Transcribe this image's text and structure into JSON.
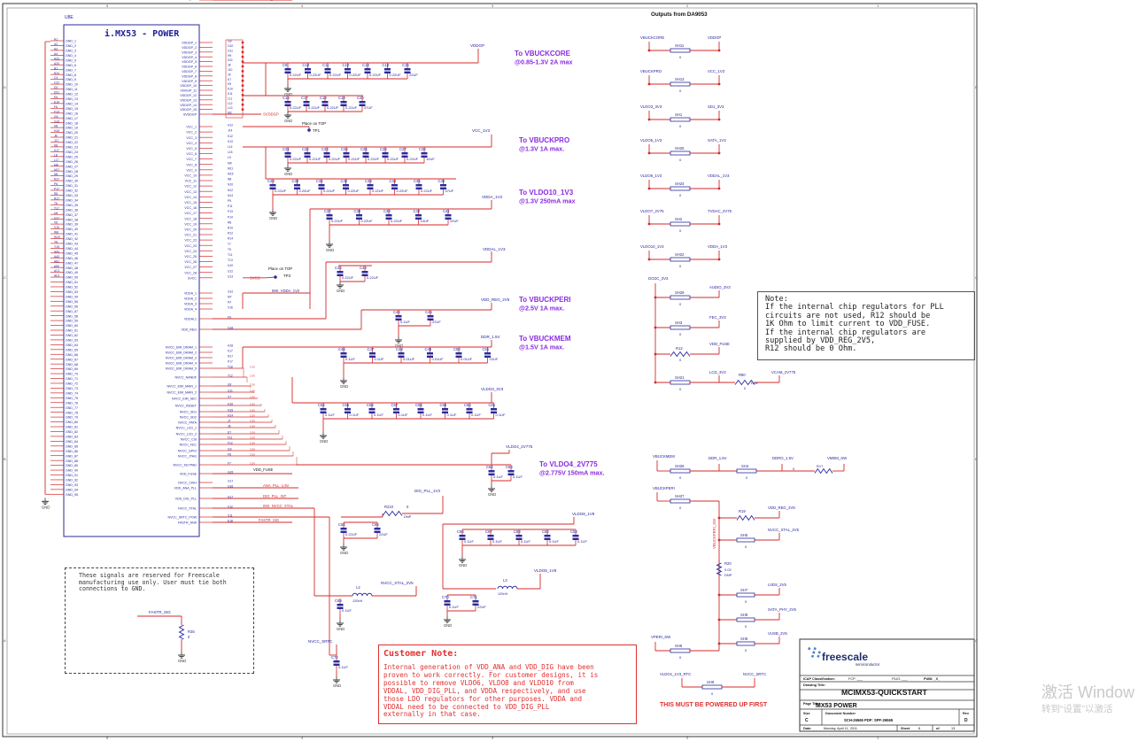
{
  "chip": {
    "refdes": "U8E",
    "title": "i.MX53 - POWER",
    "gnd_left_pins": [
      "A1",
      "A2",
      "A3",
      "A4",
      "A23",
      "A24",
      "B1",
      "B24",
      "C3",
      "C22",
      "D4",
      "D21",
      "E6",
      "E19",
      "F6",
      "F19",
      "G6",
      "G19",
      "H6",
      "H19",
      "J8",
      "J17",
      "K8",
      "K17",
      "L8",
      "L17",
      "M8",
      "M17",
      "N8",
      "N17",
      "P8",
      "P17",
      "R8",
      "R17",
      "T8",
      "T17",
      "U8",
      "U17",
      "V6",
      "V19",
      "W6",
      "W19",
      "Y6",
      "Y19",
      "AA1",
      "AA2",
      "AB1",
      "AB2",
      "AC1",
      "AD1"
    ],
    "gnd_names": [
      "GND_1",
      "GND_2",
      "GND_3",
      "GND_4",
      "GND_5",
      "GND_6",
      "GND_7",
      "GND_8",
      "GND_9",
      "GND_10",
      "GND_11",
      "GND_12",
      "GND_13",
      "GND_14",
      "GND_15",
      "GND_16",
      "GND_17",
      "GND_18",
      "GND_19",
      "GND_20",
      "GND_21",
      "GND_22",
      "GND_23",
      "GND_24",
      "GND_25",
      "GND_26",
      "GND_27",
      "GND_28",
      "GND_29",
      "GND_30",
      "GND_31",
      "GND_32",
      "GND_33",
      "GND_34",
      "GND_35",
      "GND_36",
      "GND_37",
      "GND_38",
      "GND_39",
      "GND_40",
      "GND_41",
      "GND_42",
      "GND_43",
      "GND_44",
      "GND_45",
      "GND_46",
      "GND_47",
      "GND_48",
      "GND_49",
      "GND_50",
      "GND_51",
      "GND_52",
      "GND_53",
      "GND_54",
      "GND_55",
      "GND_56",
      "GND_57",
      "GND_58",
      "GND_59",
      "GND_60",
      "GND_61",
      "GND_62",
      "GND_63",
      "GND_64",
      "GND_65",
      "GND_66",
      "GND_67",
      "GND_68",
      "GND_69",
      "GND_70",
      "GND_71",
      "GND_72",
      "GND_73",
      "GND_74",
      "GND_75",
      "GND_76",
      "GND_77",
      "GND_78",
      "GND_79",
      "GND_80",
      "GND_81",
      "GND_82",
      "GND_83",
      "GND_84",
      "GND_85",
      "GND_86",
      "GND_87",
      "GND_88",
      "GND_89",
      "GND_90",
      "GND_91",
      "GND_92",
      "GND_93",
      "GND_94",
      "GND_95"
    ],
    "right_pins": [
      {
        "pin": "G8",
        "name": "VDDGP_1"
      },
      {
        "pin": "G10",
        "name": "VDDGP_2"
      },
      {
        "pin": "G11",
        "name": "VDDGP_3"
      },
      {
        "pin": "H9",
        "name": "VDDGP_4"
      },
      {
        "pin": "H11",
        "name": "VDDGP_5"
      },
      {
        "pin": "J8",
        "name": "VDDGP_6"
      },
      {
        "pin": "J10",
        "name": "VDDGP_7"
      },
      {
        "pin": "J9",
        "name": "VDDGP_8"
      },
      {
        "pin": "K7",
        "name": "VDDGP_9"
      },
      {
        "pin": "K9",
        "name": "VDDGP_10"
      },
      {
        "pin": "K10",
        "name": "VDDGP_11"
      },
      {
        "pin": "K11",
        "name": "VDDGP_12"
      },
      {
        "pin": "L11",
        "name": "VDDGP_13"
      },
      {
        "pin": "L12",
        "name": "VDDGP_14"
      },
      {
        "pin": "L13",
        "name": "VDDGP_15"
      },
      {
        "pin": "M2",
        "name": "SVDDGP"
      },
      {
        "pin": "H12",
        "name": "VCC_1"
      },
      {
        "pin": "J14",
        "name": "VCC_2"
      },
      {
        "pin": "K12",
        "name": "VCC_3"
      },
      {
        "pin": "K13",
        "name": "VCC_4"
      },
      {
        "pin": "L14",
        "name": "VCC_5"
      },
      {
        "pin": "L15",
        "name": "VCC_6"
      },
      {
        "pin": "L9",
        "name": "VCC_7"
      },
      {
        "pin": "M9",
        "name": "VCC_8"
      },
      {
        "pin": "M11",
        "name": "VCC_9"
      },
      {
        "pin": "M15",
        "name": "VCC_10"
      },
      {
        "pin": "N8",
        "name": "VCC_11"
      },
      {
        "pin": "N10",
        "name": "VCC_12"
      },
      {
        "pin": "N12",
        "name": "VCC_13"
      },
      {
        "pin": "N14",
        "name": "VCC_14"
      },
      {
        "pin": "P9",
        "name": "VCC_15"
      },
      {
        "pin": "P11",
        "name": "VCC_16"
      },
      {
        "pin": "P13",
        "name": "VCC_17"
      },
      {
        "pin": "P14",
        "name": "VCC_18"
      },
      {
        "pin": "R8",
        "name": "VCC_19"
      },
      {
        "pin": "R10",
        "name": "VCC_20"
      },
      {
        "pin": "R12",
        "name": "VCC_21"
      },
      {
        "pin": "R14",
        "name": "VCC_22"
      },
      {
        "pin": "T7",
        "name": "VCC_23"
      },
      {
        "pin": "T9",
        "name": "VCC_24"
      },
      {
        "pin": "T11",
        "name": "VCC_25"
      },
      {
        "pin": "T13",
        "name": "VCC_26"
      },
      {
        "pin": "U10",
        "name": "VCC_27"
      },
      {
        "pin": "U12",
        "name": "VCC_28"
      },
      {
        "pin": "U13",
        "name": "SVCC"
      },
      {
        "pin": "G12",
        "name": "VDDA_1"
      },
      {
        "pin": "M7",
        "name": "VDDA_2"
      },
      {
        "pin": "N7",
        "name": "VDDA_3"
      },
      {
        "pin": "V16",
        "name": "VDDA_4"
      },
      {
        "pin": "F9",
        "name": "VDDAL1"
      },
      {
        "pin": "G18",
        "name": "VDD_REG"
      },
      {
        "pin": "H18",
        "name": "NVCC_EMI_DRAM_1"
      },
      {
        "pin": "K17",
        "name": "NVCC_EMI_DRAM_2"
      },
      {
        "pin": "N17",
        "name": "NVCC_EMI_DRAM_3"
      },
      {
        "pin": "P17",
        "name": "NVCC_EMI_DRAM_4"
      },
      {
        "pin": "T18",
        "name": "NVCC_EMI_DRAM_5"
      },
      {
        "pin": "T12",
        "name": "NVCC_NANDF"
      },
      {
        "pin": "U9",
        "name": "NVCC_EIM_MAIN_1"
      },
      {
        "pin": "U11",
        "name": "NVCC_EIM_MAIN_2"
      },
      {
        "pin": "V7",
        "name": "NVCC_EIM_SEC"
      },
      {
        "pin": "H16",
        "name": "NVCC_RESET"
      },
      {
        "pin": "H15",
        "name": "NVCC_SD1"
      },
      {
        "pin": "H14",
        "name": "NVCC_SD2"
      },
      {
        "pin": "J7",
        "name": "NVCC_PATA"
      },
      {
        "pin": "J6",
        "name": "NVCC_LCD_1"
      },
      {
        "pin": "E7",
        "name": "NVCC_LCD_2"
      },
      {
        "pin": "F11",
        "name": "NVCC_CSI"
      },
      {
        "pin": "F12",
        "name": "NVCC_FEC"
      },
      {
        "pin": "G9",
        "name": "NVCC_GPIO"
      },
      {
        "pin": "F8",
        "name": "NVCC_JTAG"
      },
      {
        "pin": "F7",
        "name": "NVCC_KEYPAD"
      },
      {
        "pin": "G15",
        "name": "VDD_FUSE"
      },
      {
        "pin": "G17",
        "name": "NVCC_CKIH"
      },
      {
        "pin": "G16",
        "name": "VDD_ANA_PLL"
      },
      {
        "pin": "H17",
        "name": "VDD_DIG_PLL"
      },
      {
        "pin": "V12",
        "name": "NVCC_XTAL"
      },
      {
        "pin": "V11",
        "name": "NVCC_SRTC_POW"
      },
      {
        "pin": "E18",
        "name": "FASTR_ANA"
      },
      {
        "pin": "E17",
        "name": "FASTR_DIG"
      }
    ]
  },
  "section_header": "Outputs from DA9053",
  "rail_labels": [
    {
      "id": "vbuckcore",
      "text": "To VBUCKCORE",
      "sub": "@0.85-1.3V 2A max"
    },
    {
      "id": "vbuckpro",
      "text": "To VBUCKPRO",
      "sub": "@1.3V 1A max."
    },
    {
      "id": "vldo10",
      "text": "To VLDO10_1V3",
      "sub": "@1.3V 250mA max"
    },
    {
      "id": "vbuckperi",
      "text": "To VBUCKPERI",
      "sub": "@2.5V 1A max."
    },
    {
      "id": "vbuckmem",
      "text": "To VBUCKMEM",
      "sub": "@1.5V 1A max."
    },
    {
      "id": "vldo4",
      "text": "To VLDO4_2V775",
      "sub": "@2.775V 150mA max."
    }
  ],
  "nets": {
    "vddgp": "VDDGP",
    "svddgp": "SVDDGP",
    "vcc_1v3": "VCC_1V3",
    "vdda_1v3": "VDDA_1V3",
    "vdd_reg_2v5": "VDD_REG_2V5",
    "vddal_1v3": "VDDAL_1V3",
    "ddr_1v5": "DDR_1.5V",
    "vldo3_3v3": "VLDO3_3V3",
    "vldo4_2v775": "VLDO4_2V775",
    "vldo8_1v8": "VLDO8_1V8",
    "dig_pll_1v3": "DIG_PLL_1V3",
    "nvcc_xtal_2v5": "NVCC_XTAL_2V5",
    "nvcc_srtc": "NVCC_SRTC",
    "fastr_sig": "FASTR_SIG",
    "fastr_sig_pin": "FASTR_SIG",
    "fastr_sig_pin2": "FASTR_SIG",
    "imx_vdda_1v2": "IMX_VDDA_1V2",
    "ana_pll": "ANA_PLL_1.8V",
    "dig_pll": "DIG_PLL_INT",
    "imx_nvcc_xtal": "IMX_NVCC_XTAL",
    "vdd_fuse": "VDD_FUSE",
    "svcc": "SVCC",
    "gnd": "GND"
  },
  "test_points": [
    {
      "id": "tp1",
      "note": "Place on TOP",
      "ref": "TP1"
    },
    {
      "id": "tp3",
      "note": "Place on TOP",
      "ref": "TP3"
    }
  ],
  "cap_rows": {
    "vddgp_a": [
      {
        "ref": "C9",
        "val": "0.22UF"
      },
      {
        "ref": "C10",
        "val": "0.22UF"
      },
      {
        "ref": "C11",
        "val": "0.22UF"
      },
      {
        "ref": "C12",
        "val": "0.22UF"
      },
      {
        "ref": "C13",
        "val": "0.22UF"
      },
      {
        "ref": "C14",
        "val": "0.22UF"
      },
      {
        "ref": "C15",
        "val": "22UF"
      }
    ],
    "vddgp_b": [
      {
        "ref": "C16",
        "val": "0.22UF"
      },
      {
        "ref": "C17",
        "val": "0.22UF"
      },
      {
        "ref": "C18",
        "val": "0.22UF"
      },
      {
        "ref": "C19",
        "val": "0.22UF"
      },
      {
        "ref": "C20",
        "val": "47UF"
      }
    ],
    "vcc_a": [
      {
        "ref": "C21",
        "val": "0.22UF"
      },
      {
        "ref": "C22",
        "val": "0.22UF"
      },
      {
        "ref": "C23",
        "val": "0.22UF"
      },
      {
        "ref": "C24",
        "val": "0.22UF"
      },
      {
        "ref": "C25",
        "val": "0.22UF"
      },
      {
        "ref": "C26",
        "val": "0.22UF"
      },
      {
        "ref": "C27",
        "val": "0.22UF"
      },
      {
        "ref": "C28",
        "val": "10UF"
      }
    ],
    "vcc_b": [
      {
        "ref": "C29",
        "val": "0.22UF"
      },
      {
        "ref": "C30",
        "val": "0.22UF"
      },
      {
        "ref": "C31",
        "val": "0.22UF"
      },
      {
        "ref": "C32",
        "val": "0.22UF"
      },
      {
        "ref": "C33",
        "val": "0.22UF"
      },
      {
        "ref": "C34",
        "val": "0.22UF"
      },
      {
        "ref": "C35",
        "val": "0.22UF"
      },
      {
        "ref": "C36",
        "val": "47UF"
      }
    ],
    "vdda": [
      {
        "ref": "C37",
        "val": "0.22UF"
      },
      {
        "ref": "C38",
        "val": "0.22UF"
      },
      {
        "ref": "C39",
        "val": "0.22UF"
      },
      {
        "ref": "C40",
        "val": "10UF"
      },
      {
        "ref": "C41",
        "val": "22UF"
      }
    ],
    "vddal": [
      {
        "ref": "C42",
        "val": "0.22UF"
      },
      {
        "ref": "C43",
        "val": "0.22UF"
      }
    ],
    "vdd_reg": [
      {
        "ref": "C44",
        "val": "0.1UF"
      },
      {
        "ref": "C45",
        "val": "22UF"
      }
    ],
    "ddr": [
      {
        "ref": "C46",
        "val": "0.1UF"
      },
      {
        "ref": "C47",
        "val": "0.1UF"
      },
      {
        "ref": "C48",
        "val": "0.01UF"
      },
      {
        "ref": "C49",
        "val": "0.01UF"
      },
      {
        "ref": "C50",
        "val": "0.01UF"
      },
      {
        "ref": "C51",
        "val": "22UF"
      }
    ],
    "nvcc": [
      {
        "ref": "C54",
        "val": "0.1UF"
      },
      {
        "ref": "C55",
        "val": "0.1UF"
      },
      {
        "ref": "C56",
        "val": "0.1UF"
      },
      {
        "ref": "C57",
        "val": "0.1UF"
      },
      {
        "ref": "C58",
        "val": "0.1UF"
      },
      {
        "ref": "C59",
        "val": "0.1UF"
      },
      {
        "ref": "C60",
        "val": "0.1UF"
      },
      {
        "ref": "C61",
        "val": "0.1UF"
      }
    ],
    "vldo4": [
      {
        "ref": "C62",
        "val": "0.1UF"
      },
      {
        "ref": "C63",
        "val": "0.1UF"
      }
    ],
    "vldo8": [
      {
        "ref": "C66",
        "val": "0.1UF"
      },
      {
        "ref": "C67",
        "val": "0.1UF"
      },
      {
        "ref": "C68",
        "val": "0.1UF"
      },
      {
        "ref": "C52",
        "val": "0.1UF"
      },
      {
        "ref": "C53",
        "val": "0.1UF"
      }
    ],
    "pll": [
      {
        "ref": "C64",
        "val": "0.22UF"
      },
      {
        "ref": "C65",
        "val": "22UF"
      }
    ],
    "xtal": [
      {
        "ref": "C69",
        "val": "0.1UF"
      }
    ],
    "vldo8b": [
      {
        "ref": "C70",
        "val": "0.1UF"
      },
      {
        "ref": "C71",
        "val": "22UF"
      }
    ],
    "srtc": [
      {
        "ref": "C72",
        "val": "0.1UF"
      }
    ]
  },
  "inductors": [
    {
      "ref": "L2",
      "val": "120nH"
    },
    {
      "ref": "L3",
      "val": "120nH"
    }
  ],
  "resistors": [
    {
      "ref": "R210",
      "val": "0",
      "dnp": "DNP"
    },
    {
      "ref": "R35",
      "val": "0"
    }
  ],
  "shorts": [
    {
      "ref": "SH11",
      "a": "VBUCKCORE",
      "b": "VDDGP",
      "v": "0"
    },
    {
      "ref": "SH13",
      "a": "VBUCKPRO",
      "b": "VCC_1V3",
      "v": "0"
    },
    {
      "ref": "SH1",
      "a": "VLDO3_3V3",
      "b": "SD1_3V3",
      "v": "0"
    },
    {
      "ref": "SH25",
      "a": "VLDO5_1V3",
      "b": "SATA_1V3",
      "v": "0"
    },
    {
      "ref": "SH24",
      "a": "VLDO6_1V3",
      "b": "VDDAL_1V3",
      "v": "0"
    },
    {
      "ref": "SH2",
      "a": "VLDO7_2V75",
      "b": "TVDAC_2V75",
      "v": "0"
    },
    {
      "ref": "SH22",
      "a": "VLDO10_1V3",
      "b": "VDDA_1V3",
      "v": "0"
    }
  ],
  "dcdc": {
    "src": "DCDC_3V3",
    "items": [
      {
        "ref": "SH29",
        "net": "AUDIO_3V3"
      },
      {
        "ref": "SH3",
        "net": "FEC_3V3"
      },
      {
        "ref": "R12",
        "net": "VDD_FUSE"
      },
      {
        "ref": "SH21",
        "net": "LCD_3V3"
      }
    ],
    "r80": {
      "ref": "R80",
      "val": "0",
      "dnp": "DNP"
    },
    "vcam": "VCAM_2V775"
  },
  "mem": {
    "src": "VBUCKMEM",
    "ddr": "DDR_1.5V",
    "sh": "SH26",
    "sh4": "SH4",
    "ddro": "DDRO_1.5V",
    "r17": "R17",
    "vmem": "VMEM_SW",
    "val": "0"
  },
  "peri": {
    "src": "VBUCKPERI",
    "sh27": "SH27",
    "vert": "VBUCKPERI_SW",
    "outs": [
      {
        "ref": "R19",
        "net": "VDD_REG_2V5"
      },
      {
        "ref": "SH5",
        "net": "NVCC_XTAL_2V5"
      },
      {
        "ref": "R20",
        "net": "0.02"
      },
      {
        "ref": "SH7",
        "net": "LVDS_2V5"
      },
      {
        "ref": "SH8",
        "net": "SATA_PHY_2V5"
      },
      {
        "ref": "SH6",
        "net": "VUSB_2V5"
      }
    ],
    "r20_dnp": "DNP",
    "vperi_sw": "VPERI_SW",
    "sh9": "SH9",
    "vldo1": "VLDO1_1V3_RTC",
    "nvcc_srtc": "NVCC_SRTC"
  },
  "note": "Note:\nIf the internal chip regulators for PLL\ncircuits are not used, R12 should be\n1K Ohm to limit current to VDD_FUSE.\nIf the internal chip regulators are\nsupplied by VDD_REG_2V5,\nR12 should be 0 Ohm.",
  "reserved_note": "These signals are reserved for Freescale\nmanufacturing use only. User must tie both\nconnections to GND.",
  "customer_note": {
    "title": "Customer Note:",
    "body": "Internal generation of VDD_ANA and VDD_DIG have been\nproven to work correctly. For customer designs, it is\npossible to remove VLDO6, VLDO8 and VLDO10 from\nVDDAL, VDD_DIG_PLL, and VDDA respectively, and use\nthose LDO regulators for other purposes. VDDA and\nVDDAL need to be connected to VDD_DIG_PLL\nexternally in that case."
  },
  "power_first": "THIS MUST BE POWERED UP FIRST",
  "title_block": {
    "brand": "freescale",
    "brand_sub": "semiconductor",
    "classification_label": "ICAP Classification:",
    "fcp": "FCP: ___",
    "fiuo": "FIUO: ___",
    "pubi": "PUBI: _X_",
    "drawing_title_label": "Drawing Title:",
    "drawing_title": "MCIMX53-QUICKSTART",
    "page_title_label": "Page Title:",
    "page_title": "MX53 POWER",
    "size_label": "Size",
    "size": "C",
    "docnum_label": "Document Number",
    "docnum": "SCH-26565 PDF: SPF-26565",
    "rev_label": "Rev",
    "rev": "D",
    "date_label": "Date:",
    "date": "Monday, April 11, 2011",
    "sheet_label": "Sheet",
    "sheet": "8",
    "of": "of",
    "sheets": "13"
  },
  "watermark": {
    "line1": "激活 Window",
    "line2": "转到“设置”以激活"
  },
  "colors": {
    "wire": "#d42a2a",
    "text": "#1d1d9c",
    "heading": "#8a2be2",
    "red_text": "#e03030",
    "part": "#2a2a9c"
  }
}
